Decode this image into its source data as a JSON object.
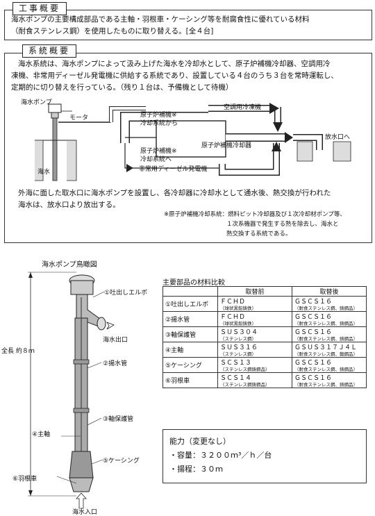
{
  "work": {
    "header": "工事概要",
    "line1": "海水ポンプの主要構成部品である主軸・羽根車・ケーシング等を耐腐食性に優れている材料",
    "line2": "（耐食ステンレス鋼）を使用したものに取り替える。[全４台]"
  },
  "system": {
    "header": "系統概要",
    "para1_l1": "海水系統は、海水ポンプによって汲み上げた海水を冷却水として、原子炉補機冷却器、空調用冷",
    "para1_l2": "凍機、非常用ディーゼル発電機に供給する系統であり、設置している４台のうち３台を常時運転し、",
    "para1_l3": "定期的に切り替えを行っている。（残り１台は、予備機として待機）",
    "diagram": {
      "pump": "海水ポンプ",
      "motor": "モータ",
      "sea": "海水",
      "from_l1": "原子炉補機※",
      "from_l2": "冷却系統から",
      "to_l1": "原子炉補機※",
      "to_l2": "冷却系統へ",
      "cooler": "原子炉補機冷却器",
      "chiller": "空調用冷凍機",
      "diesel": "非常用ディーゼル発電機",
      "outlet": "放水口へ"
    },
    "para2_l1": "外海に面した取水口に海水ポンプを設置し、各冷却器に冷却水として通水後、熱交換が行われた",
    "para2_l2": "海水は、放水口より放出する。",
    "note_l1": "※原子炉補機冷却系統：燃料ピット冷却器及び１次冷却材ポンプ等、",
    "note_l2": "１次系機器で発生する熱を除去し、海水と",
    "note_l3": "熱交換する系統である。"
  },
  "birdseye": {
    "title": "海水ポンプ鳥瞰図",
    "total": "全長 約８ｍ",
    "elbow": "①吐出しエルボ",
    "outlet": "海水出口",
    "pipe": "②揚水管",
    "guard": "③軸保護管",
    "shaft": "④主軸",
    "casing": "⑤ケーシング",
    "impeller": "⑥羽根車",
    "inlet": "海水入口"
  },
  "materials": {
    "title": "主要部品の材料比較",
    "headers": [
      "",
      "取替前",
      "取替後"
    ],
    "rows": [
      {
        "part": "①吐出しエルボ",
        "before": "ＦＣＨＤ",
        "before_sub": "（球状黒鉛鋳鉄）",
        "after": "ＧＳＣＳ１６",
        "after_sub": "（耐食ステンレス鋼、鋳鋼品）"
      },
      {
        "part": "②揚水管",
        "before": "ＦＣＨＤ",
        "before_sub": "（球状黒鉛鋳鉄）",
        "after": "ＧＳＣＳ１６",
        "after_sub": "（耐食ステンレス鋼、鋳鋼品）"
      },
      {
        "part": "③軸保護管",
        "before": "ＳＵＳ３０４",
        "before_sub": "（ステンレス鋼）",
        "after": "ＧＳＣＳ１６",
        "after_sub": "（耐食ステンレス鋼、鋳鋼品）"
      },
      {
        "part": "④主軸",
        "before": "ＳＵＳ３１６",
        "before_sub": "（ステンレス鋼）",
        "after": "ＧＳＵＳ３１７Ｊ４Ｌ",
        "after_sub": "（耐食ステンレス鋼、鍛鋼品）"
      },
      {
        "part": "⑤ケーシング",
        "before": "ＳＣＳ１３",
        "before_sub": "（ステンレス鋼鋳鋼品）",
        "after": "ＧＳＣＳ１６",
        "after_sub": "（耐食ステンレス鋼、鋳鋼品）"
      },
      {
        "part": "⑥羽根車",
        "before": "ＳＣＳ１４",
        "before_sub": "（ステンレス鋼鋳鋼品）",
        "after": "ＧＳＣＳ１６",
        "after_sub": "（耐食ステンレス鋼、鋳鋼品）"
      }
    ]
  },
  "capacity": {
    "title": "能力（変更なし）",
    "volume": "・容量：３２００ｍ³／ｈ／台",
    "head": "・揚程：３０ｍ"
  }
}
